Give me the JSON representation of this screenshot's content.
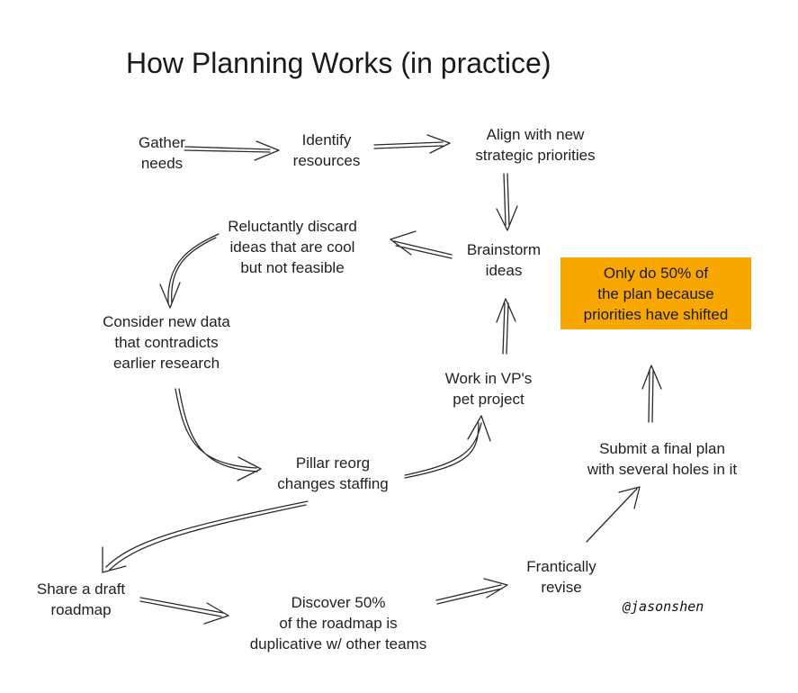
{
  "diagram": {
    "title": "How Planning Works (in practice)",
    "nodes": {
      "gather": [
        "Gather",
        "needs"
      ],
      "identify": [
        "Identify",
        "resources"
      ],
      "align": [
        "Align with new",
        "strategic priorities"
      ],
      "brainstorm": [
        "Brainstorm",
        "ideas"
      ],
      "discard": [
        "Reluctantly discard",
        "ideas that are cool",
        "but not feasible"
      ],
      "consider": [
        "Consider new data",
        "that contradicts",
        "earlier research"
      ],
      "vp": [
        "Work in VP's",
        "pet project"
      ],
      "pillar": [
        "Pillar reorg",
        "changes staffing"
      ],
      "share": [
        "Share a draft",
        "roadmap"
      ],
      "discover": [
        "Discover 50%",
        "of the roadmap is",
        "duplicative w/ other teams"
      ],
      "revise": [
        "Frantically",
        "revise"
      ],
      "submit": [
        "Submit a final plan",
        "with several holes in it"
      ]
    },
    "highlight": [
      "Only do 50% of",
      "the plan because",
      "priorities have shifted"
    ],
    "highlight_color": "#f7a700",
    "signature": "@jasonshen",
    "edges": [
      [
        "gather",
        "identify"
      ],
      [
        "identify",
        "align"
      ],
      [
        "align",
        "brainstorm"
      ],
      [
        "brainstorm",
        "discard"
      ],
      [
        "discard",
        "consider"
      ],
      [
        "consider",
        "pillar"
      ],
      [
        "pillar",
        "vp"
      ],
      [
        "vp",
        "brainstorm"
      ],
      [
        "pillar",
        "share"
      ],
      [
        "share",
        "discover"
      ],
      [
        "discover",
        "revise"
      ],
      [
        "revise",
        "submit"
      ],
      [
        "submit",
        "highlight"
      ]
    ]
  }
}
